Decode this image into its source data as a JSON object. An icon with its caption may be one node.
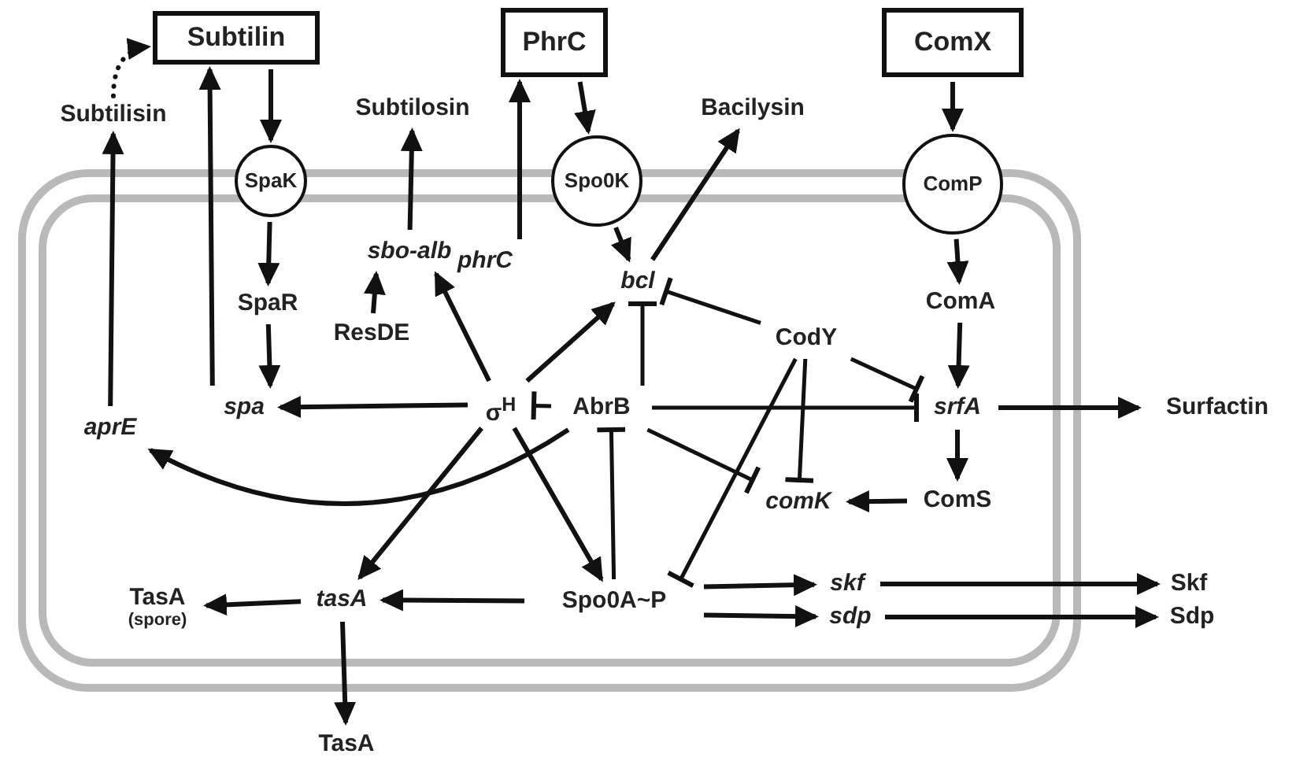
{
  "diagram": {
    "nodes": [
      {
        "text": [
          "Subtilin"
        ]
      },
      {
        "text": [
          "PhrC"
        ]
      },
      {
        "text": [
          "ComX"
        ]
      },
      {
        "text": [
          "Subtilisin"
        ]
      },
      {
        "text": [
          "Subtilosin"
        ]
      },
      {
        "text": [
          "Bacilysin"
        ]
      },
      {
        "text": [
          "SpaK"
        ]
      },
      {
        "text": [
          "Spo0K"
        ]
      },
      {
        "text": [
          "ComP"
        ]
      },
      {
        "text": [
          "sbo-alb"
        ]
      },
      {
        "text": [
          "phrC"
        ]
      },
      {
        "text": [
          "bcl"
        ]
      },
      {
        "text": [
          "SpaR"
        ]
      },
      {
        "text": [
          "ResDE"
        ]
      },
      {
        "text": [
          "CodY"
        ]
      },
      {
        "text": [
          "ComA"
        ]
      },
      {
        "text": [
          "aprE"
        ]
      },
      {
        "text": [
          "spa"
        ]
      },
      {
        "text": [
          "σ$^{H}$"
        ]
      },
      {
        "text": [
          "AbrB"
        ]
      },
      {
        "text": [
          "srfA"
        ]
      },
      {
        "text": [
          "Surfactin"
        ]
      },
      {
        "text": [
          "comK"
        ]
      },
      {
        "text": [
          "ComS"
        ]
      },
      {
        "text": [
          "TasA",
          "(spore)"
        ]
      },
      {
        "text": [
          "tasA"
        ]
      },
      {
        "text": [
          "Spo0A~P"
        ]
      },
      {
        "text": [
          "skf"
        ]
      },
      {
        "text": [
          "sdp"
        ]
      },
      {
        "text": [
          "Skf"
        ]
      },
      {
        "text": [
          "Sdp"
        ]
      },
      {
        "text": [
          "TasA"
        ]
      }
    ],
    "edges": [
      {
        "from": 3,
        "to": 0,
        "arrow": "to",
        "style": "dashed"
      },
      {
        "from": 16,
        "to": 3,
        "arrow": "to"
      },
      {
        "from": 17,
        "to": 0,
        "arrow": "to"
      },
      {
        "from": 0,
        "to": 6,
        "arrow": "to"
      },
      {
        "from": 6,
        "to": 12,
        "arrow": "to"
      },
      {
        "from": 12,
        "to": 17,
        "arrow": "to"
      },
      {
        "from": 9,
        "to": 4,
        "arrow": "to"
      },
      {
        "from": 13,
        "to": 9,
        "arrow": "to"
      },
      {
        "from": 18,
        "to": 9,
        "arrow": "to"
      },
      {
        "from": 10,
        "to": 1,
        "arrow": "to"
      },
      {
        "from": 1,
        "to": 7,
        "arrow": "to"
      },
      {
        "from": 7,
        "to": 11,
        "arrow": "to"
      },
      {
        "from": 11,
        "to": 5,
        "arrow": "to"
      },
      {
        "from": 18,
        "to": 11,
        "arrow": "to"
      },
      {
        "from": 19,
        "to": 11,
        "arrow": "other"
      },
      {
        "from": 14,
        "to": 11,
        "arrow": "other"
      },
      {
        "from": 2,
        "to": 8,
        "arrow": "to"
      },
      {
        "from": 8,
        "to": 15,
        "arrow": "to"
      },
      {
        "from": 15,
        "to": 20,
        "arrow": "to"
      },
      {
        "from": 14,
        "to": 20,
        "arrow": "other"
      },
      {
        "from": 18,
        "to": 17,
        "arrow": "to"
      },
      {
        "from": 19,
        "to": 18,
        "arrow": "other"
      },
      {
        "from": 19,
        "to": 20,
        "arrow": "other"
      },
      {
        "from": 20,
        "to": 21,
        "arrow": "to"
      },
      {
        "from": 20,
        "to": 23,
        "arrow": "to"
      },
      {
        "from": 23,
        "to": 22,
        "arrow": "to"
      },
      {
        "from": 14,
        "to": 22,
        "arrow": "other"
      },
      {
        "from": 19,
        "to": 22,
        "arrow": "other"
      },
      {
        "from": 19,
        "to": 16,
        "arrow": "to"
      },
      {
        "from": 14,
        "to": 26,
        "arrow": "other"
      },
      {
        "from": 26,
        "to": 19,
        "arrow": "other"
      },
      {
        "from": 18,
        "to": 25,
        "arrow": "to"
      },
      {
        "from": 18,
        "to": 26,
        "arrow": "to"
      },
      {
        "from": 26,
        "to": 25,
        "arrow": "to"
      },
      {
        "from": 25,
        "to": 24,
        "arrow": "to"
      },
      {
        "from": 25,
        "to": 31,
        "arrow": "to"
      },
      {
        "from": 26,
        "to": 27,
        "arrow": "to"
      },
      {
        "from": 26,
        "to": 28,
        "arrow": "to"
      },
      {
        "from": 27,
        "to": 29,
        "arrow": "to"
      },
      {
        "from": 28,
        "to": 30,
        "arrow": "to"
      }
    ]
  }
}
